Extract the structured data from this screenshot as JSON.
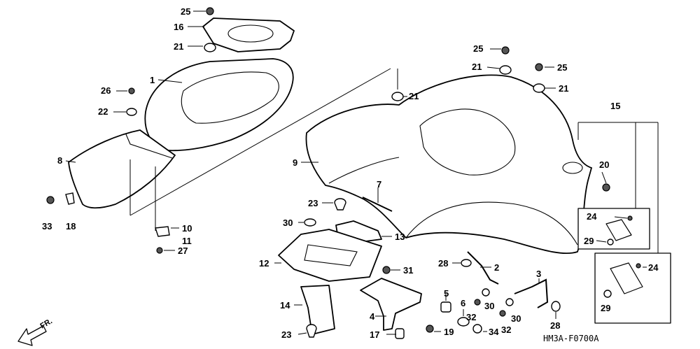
{
  "diagram_code": "HM3A-F0700A",
  "front_marker": "FR.",
  "callouts": [
    {
      "id": "c25a",
      "text": "25"
    },
    {
      "id": "c16",
      "text": "16"
    },
    {
      "id": "c21a",
      "text": "21"
    },
    {
      "id": "c1",
      "text": "1"
    },
    {
      "id": "c26",
      "text": "26"
    },
    {
      "id": "c22",
      "text": "22"
    },
    {
      "id": "c8",
      "text": "8"
    },
    {
      "id": "c33",
      "text": "33"
    },
    {
      "id": "c18",
      "text": "18"
    },
    {
      "id": "c10",
      "text": "10"
    },
    {
      "id": "c11",
      "text": "11"
    },
    {
      "id": "c27",
      "text": "27"
    },
    {
      "id": "c9",
      "text": "9"
    },
    {
      "id": "c21b",
      "text": "21"
    },
    {
      "id": "c25b",
      "text": "25"
    },
    {
      "id": "c21c",
      "text": "21"
    },
    {
      "id": "c25c",
      "text": "25"
    },
    {
      "id": "c21d",
      "text": "21"
    },
    {
      "id": "c15",
      "text": "15"
    },
    {
      "id": "c20",
      "text": "20"
    },
    {
      "id": "c7",
      "text": "7"
    },
    {
      "id": "c23a",
      "text": "23"
    },
    {
      "id": "c30a",
      "text": "30"
    },
    {
      "id": "c13",
      "text": "13"
    },
    {
      "id": "c12",
      "text": "12"
    },
    {
      "id": "c31",
      "text": "31"
    },
    {
      "id": "c28a",
      "text": "28"
    },
    {
      "id": "c2",
      "text": "2"
    },
    {
      "id": "c3",
      "text": "3"
    },
    {
      "id": "c24a",
      "text": "24"
    },
    {
      "id": "c29a",
      "text": "29"
    },
    {
      "id": "c24b",
      "text": "24"
    },
    {
      "id": "c29b",
      "text": "29"
    },
    {
      "id": "c14",
      "text": "14"
    },
    {
      "id": "c4",
      "text": "4"
    },
    {
      "id": "c5",
      "text": "5"
    },
    {
      "id": "c6",
      "text": "6"
    },
    {
      "id": "c32a",
      "text": "32"
    },
    {
      "id": "c30b",
      "text": "30"
    },
    {
      "id": "c32b",
      "text": "32"
    },
    {
      "id": "c30c",
      "text": "30"
    },
    {
      "id": "c28b",
      "text": "28"
    },
    {
      "id": "c17",
      "text": "17"
    },
    {
      "id": "c19",
      "text": "19"
    },
    {
      "id": "c34",
      "text": "34"
    },
    {
      "id": "c23b",
      "text": "23"
    }
  ]
}
